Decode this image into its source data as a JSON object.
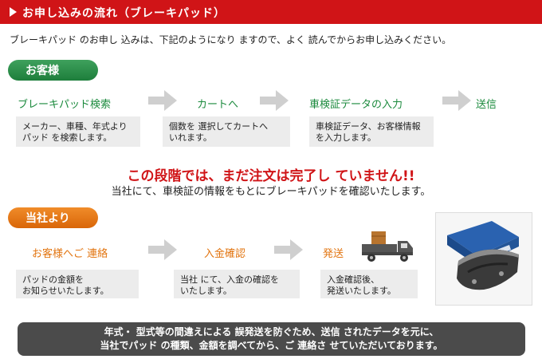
{
  "header": {
    "title": "お申し込みの流れ（ブレーキパッド）"
  },
  "intro": "ブレーキパッド のお申し 込みは、下記のようになり ますので、よく 読んでからお申し込みください。",
  "customer": {
    "badge": "お客様",
    "steps": [
      {
        "label": "ブレーキパッド検索",
        "desc": [
          "メーカー、車種、年式より",
          "パッド を検索します。"
        ]
      },
      {
        "label": "カートへ",
        "desc": [
          "個数を 選択してカートへ",
          "いれます。"
        ]
      },
      {
        "label": "車検証データの入力",
        "desc": [
          "車検証データ、お客様情報",
          "を入力します。"
        ]
      },
      {
        "label": "送信"
      }
    ]
  },
  "warning": {
    "main": "この段階では、まだ注文は完了し ていません!!",
    "sub": "当社にて、車検証の情報をもとにブレーキパッドを確認いたします。"
  },
  "company": {
    "badge": "当社より",
    "steps": [
      {
        "label": "お客様へご 連絡",
        "desc": [
          "パッドの金額を",
          "お知らせいたします。"
        ]
      },
      {
        "label": "入金確認",
        "desc": [
          "当社 にて、入金の確認を",
          "いたします。"
        ]
      },
      {
        "label": "発送",
        "desc": [
          "入金確認後、",
          "発送いたします。"
        ]
      }
    ]
  },
  "footer_note": [
    "年式・ 型式等の間違えによる 誤発送を防ぐため、送信 されたデータを元に、",
    "当社でパッド の種類、金額を調べてから、ご 連絡さ せていただいております。"
  ],
  "colors": {
    "red": "#d01417",
    "green": "#1b8a3d",
    "orange": "#e2740f"
  }
}
